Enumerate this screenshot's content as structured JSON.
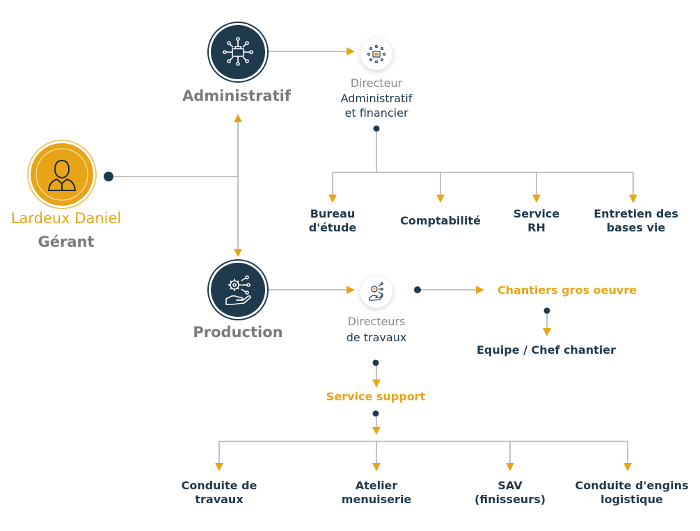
{
  "gerant": {
    "name": "Lardeux Daniel",
    "role": "Gérant",
    "icon": "person-icon"
  },
  "branches": {
    "administratif": {
      "label": "Administratif",
      "icon": "briefcase-network-icon",
      "director_prefix": "Directeur",
      "director_line1": "Administratif",
      "director_line2": "et financier",
      "departments": [
        {
          "line1": "Bureau",
          "line2": "d'étude"
        },
        {
          "line1": "Comptabilité",
          "line2": ""
        },
        {
          "line1": "Service",
          "line2": "RH"
        },
        {
          "line1": "Entretien des",
          "line2": "bases vie"
        }
      ]
    },
    "production": {
      "label": "Production",
      "icon": "gear-hand-icon",
      "director_prefix": "Directeurs",
      "director_line1": "de travaux",
      "chantiers": "Chantiers gros oeuvre",
      "equipe": "Equipe / Chef chantier",
      "service_support": "Service support",
      "services": [
        {
          "line1": "Conduite de",
          "line2": "travaux"
        },
        {
          "line1": "Atelier",
          "line2": "menuiserie"
        },
        {
          "line1": "SAV",
          "line2": "(finisseurs)"
        },
        {
          "line1": "Conduite d'engins",
          "line2": "logistique"
        }
      ]
    }
  },
  "colors": {
    "navy": "#1f3a4d",
    "gold": "#e8a417",
    "grey": "#7b7b7b",
    "line": "#9a9a9a"
  }
}
